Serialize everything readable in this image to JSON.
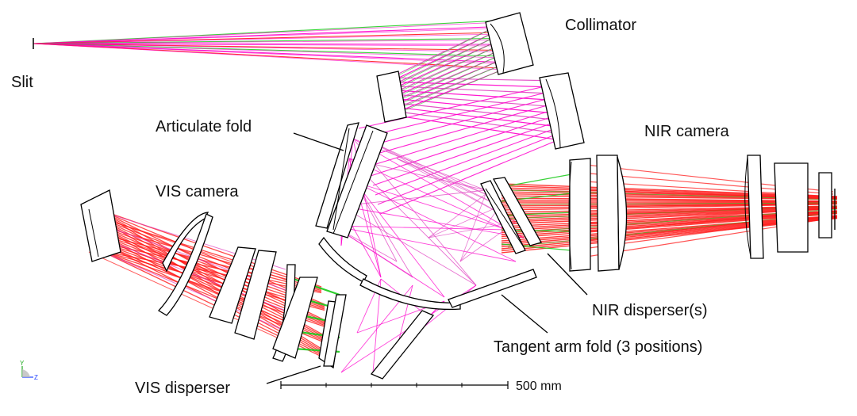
{
  "labels": {
    "collimator": "Collimator",
    "slit": "Slit",
    "articulate_fold": "Articulate fold",
    "nir_camera": "NIR camera",
    "vis_camera": "VIS camera",
    "nir_dispersers": "NIR disperser(s)",
    "tangent_arm_fold": "Tangent arm fold (3 positions)",
    "vis_disperser": "VIS disperser"
  },
  "scale_bar": {
    "label": "500 mm"
  },
  "axis_triad": {
    "y": "Y",
    "z": "Z"
  },
  "colors": {
    "magenta": "#ff00cc",
    "pink": "#e040c0",
    "red": "#ff1a1a",
    "green": "#22cc22",
    "blue": "#2244ff",
    "outline": "#000000"
  }
}
